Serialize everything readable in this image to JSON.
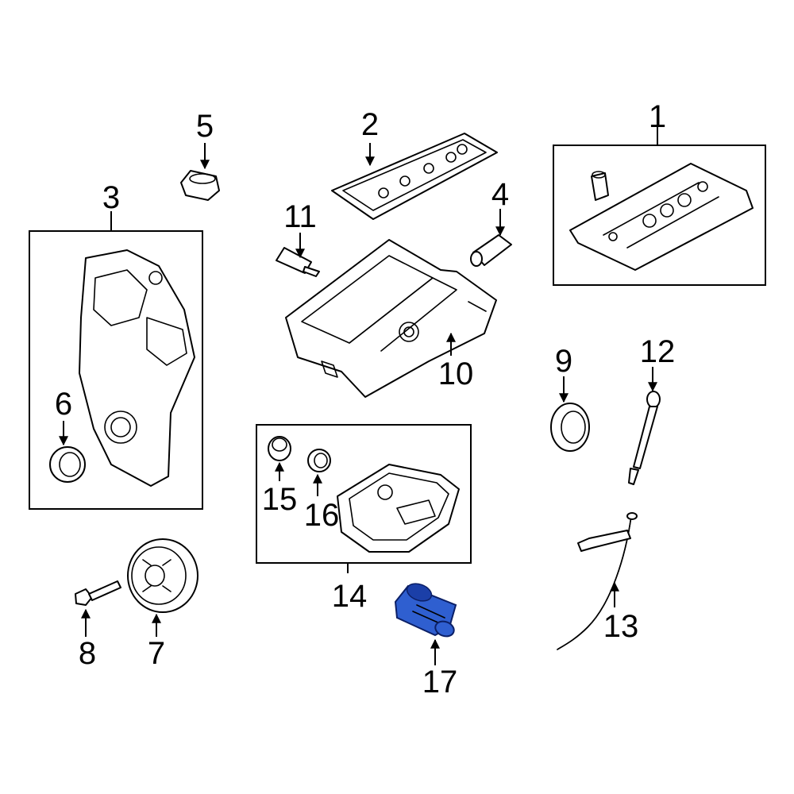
{
  "diagram": {
    "colors": {
      "line": "#000000",
      "background": "#ffffff",
      "highlight": "#2f5fd0"
    },
    "callouts": [
      {
        "number": "1"
      },
      {
        "number": "2"
      },
      {
        "number": "3"
      },
      {
        "number": "4"
      },
      {
        "number": "5"
      },
      {
        "number": "6"
      },
      {
        "number": "7"
      },
      {
        "number": "8"
      },
      {
        "number": "9"
      },
      {
        "number": "10"
      },
      {
        "number": "11"
      },
      {
        "number": "12"
      },
      {
        "number": "13"
      },
      {
        "number": "14"
      },
      {
        "number": "15"
      },
      {
        "number": "16"
      },
      {
        "number": "17"
      }
    ],
    "highlighted_part": "17"
  }
}
